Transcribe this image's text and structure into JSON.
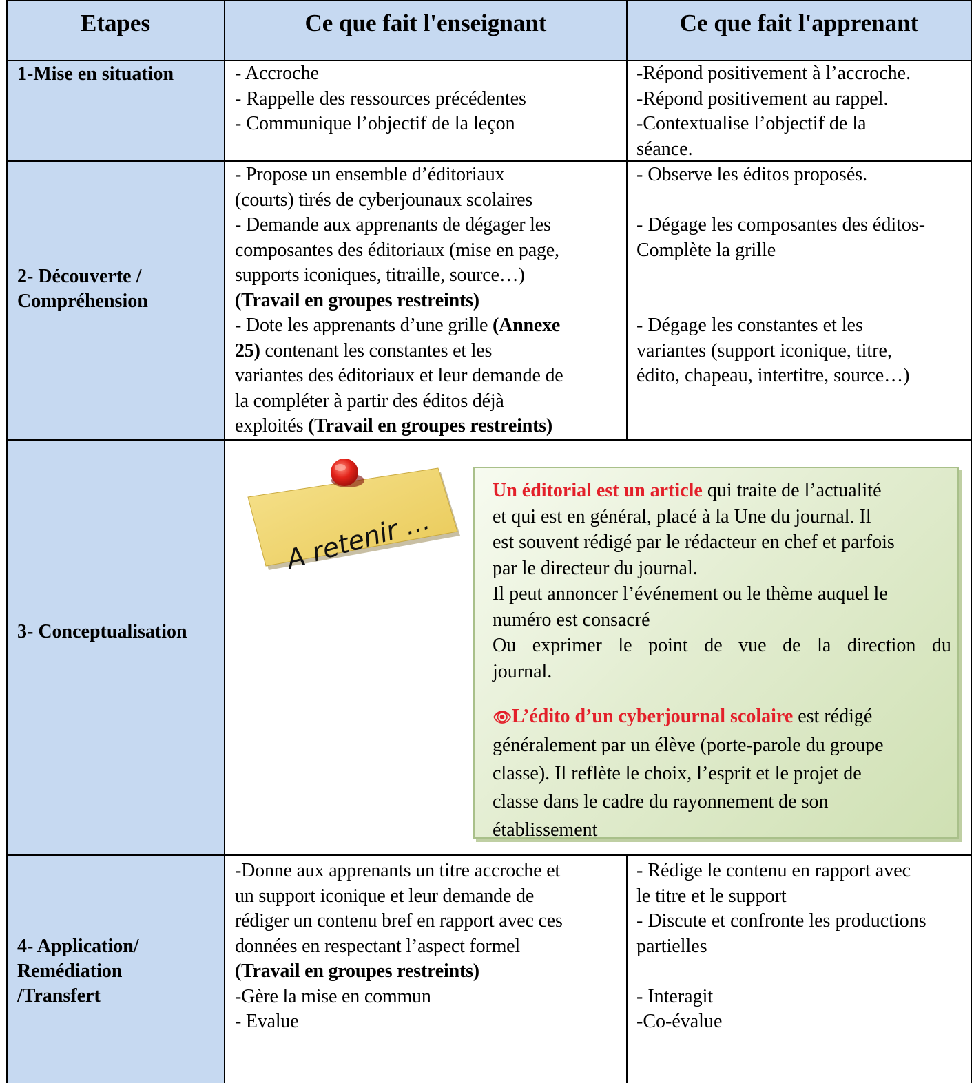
{
  "colors": {
    "header_bg": "#c6d9f1",
    "etapes_bg": "#c6d9f1",
    "highlight_red": "#e3202a",
    "box_green": "#d6e5bf",
    "note_yellow": "#f3dc7a",
    "pin_red": "#e2231a"
  },
  "header": {
    "col1": "Etapes",
    "col2": "Ce que fait l'enseignant",
    "col3": "Ce que fait l'apprenant"
  },
  "rows": [
    {
      "step": [
        "1-Mise en situation"
      ],
      "teacher": [
        "- Accroche",
        "- Rappelle des ressources précédentes",
        "- Communique l’objectif de la leçon"
      ],
      "learner": [
        "-Répond positivement à l’accroche.",
        "-Répond positivement au rappel.",
        "-Contextualise l’objectif de la",
        "séance."
      ]
    },
    {
      "step": [
        "2- Découverte /",
        "Compréhension"
      ],
      "teacher": [
        "- Propose  un ensemble d’éditoriaux",
        "(courts) tirés de cyberjounaux scolaires",
        "- Demande aux apprenants de dégager les",
        "composantes des éditoriaux (mise en page,",
        "supports iconiques, titraille, source…)",
        "(Travail en groupes restreints)",
        "- Dote les apprenants d’une grille ",
        "(Annexe",
        "25)",
        " contenant les constantes et les",
        "variantes des éditoriaux et leur demande de",
        "la compléter à partir des éditos déjà",
        "exploités  ",
        "(Travail en groupes restreints)"
      ],
      "learner": [
        "- Observe  les éditos proposés.",
        "- Dégage les composantes des éditos-",
        "Complète la grille",
        "- Dégage les constantes et les",
        "variantes (support iconique, titre,",
        "édito, chapeau, intertitre, source…)"
      ]
    },
    {
      "step": [
        "3- Conceptualisation"
      ],
      "note_label": "A retenir ...",
      "box": {
        "p1_red": "Un éditorial est un article",
        "p1_rest": " qui traite de l’actualité",
        "p1_lines": [
          "et qui est  en général, placé à la Une du journal. Il",
          "est souvent rédigé par le rédacteur en chef et parfois",
          "par le directeur du journal.",
          "Il peut annoncer l’événement ou le thème auquel le",
          "numéro est consacré",
          "Ou exprimer le point de vue de la direction du",
          "journal."
        ],
        "p2_icon": "eye-icon",
        "p2_red": "L’édito d’un cyberjournal scolaire",
        "p2_rest": " est rédigé",
        "p2_lines": [
          "généralement par un élève (porte-parole du groupe",
          "classe). Il reflète le choix, l’esprit et le projet de",
          "classe dans le cadre du rayonnement de son",
          "établissement"
        ]
      }
    },
    {
      "step": [
        "4- Application/",
        "Remédiation",
        "/Transfert"
      ],
      "teacher": [
        "-Donne aux apprenants un titre accroche et",
        "un support iconique et leur demande de",
        "rédiger un contenu bref en rapport avec ces",
        "données en respectant l’aspect formel",
        "(Travail en groupes restreints)",
        "-Gère la mise en commun",
        "- Evalue"
      ],
      "learner": [
        "- Rédige le contenu en rapport avec",
        "le titre et le support",
        "- Discute et confronte les productions",
        "partielles",
        "- Interagit",
        "-Co-évalue"
      ]
    }
  ]
}
